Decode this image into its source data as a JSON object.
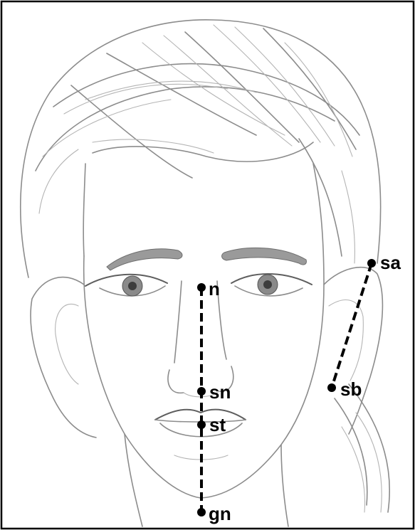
{
  "landmarks": {
    "n": "n",
    "sn": "sn",
    "st": "st",
    "gn": "gn",
    "sa": "sa",
    "sb": "sb"
  }
}
